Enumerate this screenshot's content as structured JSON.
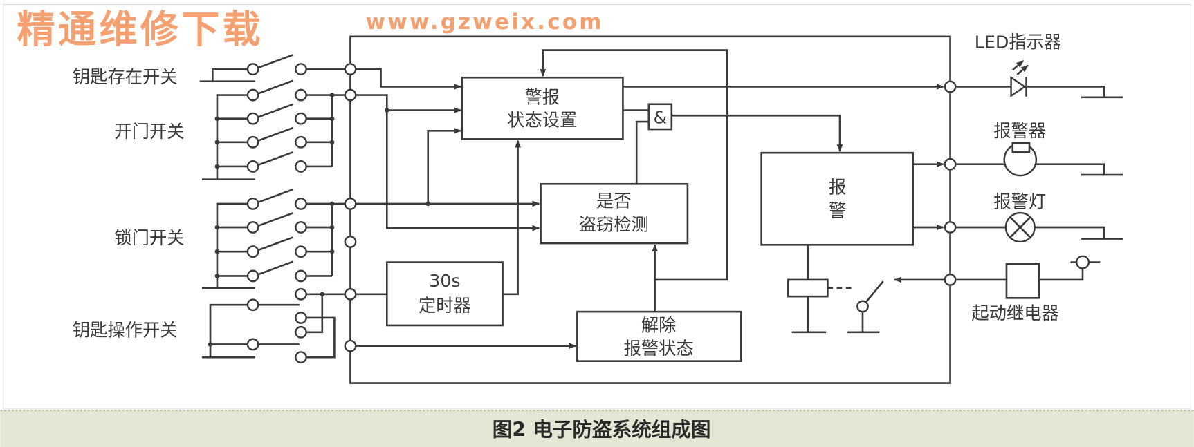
{
  "switch_groups": {
    "key_presence": "钥匙存在开关",
    "open_door": "开门开关",
    "lock_door": "锁门开关",
    "key_operation": "钥匙操作开关"
  },
  "blocks": {
    "alarm_setting": [
      "警报",
      "状态设置"
    ],
    "and_gate": "&",
    "theft_detect": [
      "是否",
      "盗窃检测"
    ],
    "timer": [
      "30s",
      "定时器"
    ],
    "release": [
      "解除",
      "报警状态"
    ],
    "alarm": [
      "报",
      "警"
    ]
  },
  "outputs": {
    "led": "LED指示器",
    "buzzer": "报警器",
    "lamp": "报警灯",
    "starter_relay": "起动继电器"
  },
  "watermark": {
    "title": "精通维修下载",
    "url": "www.gzweix.com"
  },
  "caption": "图2   电子防盗系统组成图",
  "colors": {
    "line": "#3a3a3a",
    "caption_bg": "#e6e6d4",
    "watermark": "#f4a070"
  }
}
